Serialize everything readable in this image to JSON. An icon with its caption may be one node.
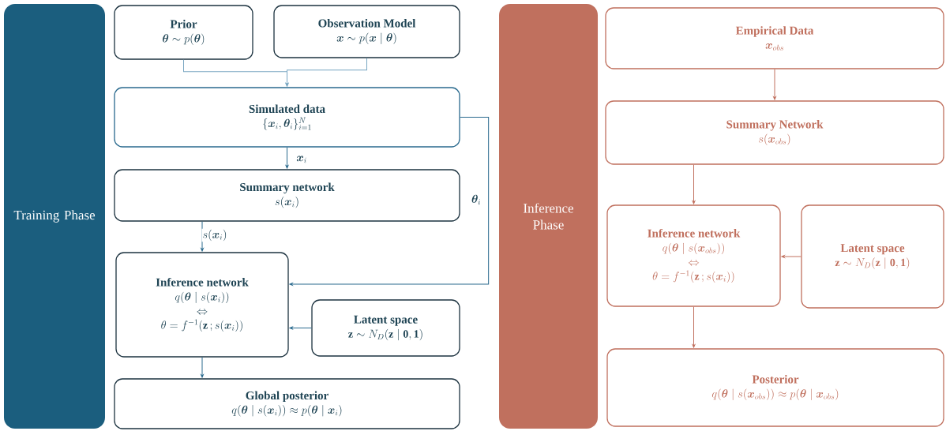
{
  "diagram": {
    "nodes": [
      {
        "text": [
          "Training Phase"
        ]
      },
      {
        "text": [
          "Prior",
          "\\boldsymbol{\\theta} \\sim p(\\boldsymbol{\\theta})"
        ]
      },
      {
        "text": [
          "Observation Model",
          "\\boldsymbol{x} \\sim p(\\boldsymbol{x} \\mid \\boldsymbol{\\theta})"
        ]
      },
      {
        "text": [
          "Simulated data",
          "\\{\\boldsymbol{x}_i, \\boldsymbol{\\theta}_i\\}_{i=1}^{N}"
        ]
      },
      {
        "text": [
          "Summary network",
          "s(\\boldsymbol{x}_i)"
        ]
      },
      {
        "text": [
          "Inference network",
          "q(\\boldsymbol{\\theta} \\mid s(\\boldsymbol{x}_i))",
          "\\Leftrightarrow",
          "\\theta = f^{-1}(\\mathbf{z}\\,; s(\\boldsymbol{x}_i))"
        ]
      },
      {
        "text": [
          "Latent space",
          "\\mathbf{z} \\sim N_D(\\mathbf{z} \\mid \\mathbf{0}, \\mathbf{1})"
        ]
      },
      {
        "text": [
          "Global posterior",
          "q(\\boldsymbol{\\theta} \\mid s(\\boldsymbol{x}_i)) \\approx p(\\boldsymbol{\\theta} \\mid \\boldsymbol{x}_i)"
        ]
      },
      {
        "text": [
          "Inference Phase"
        ]
      },
      {
        "text": [
          "Empirical Data",
          "\\boldsymbol{x}_{obs}"
        ]
      },
      {
        "text": [
          "Summary Network",
          "s(\\boldsymbol{x}_{obs})"
        ]
      },
      {
        "text": [
          "Inference network",
          "q(\\boldsymbol{\\theta} \\mid s(\\boldsymbol{x}_{obs}))",
          "\\Leftrightarrow",
          "\\theta = f^{-1}(\\mathbf{z}\\,; s(\\boldsymbol{x}_i))"
        ]
      },
      {
        "text": [
          "Latent space",
          "\\mathbf{z} \\sim N_D(\\mathbf{z} \\mid \\mathbf{0}, \\mathbf{1})"
        ]
      },
      {
        "text": [
          "Posterior",
          "q(\\boldsymbol{\\theta} \\mid s(\\boldsymbol{x}_{obs})) \\approx p(\\boldsymbol{\\theta} \\mid \\boldsymbol{x}_{obs})"
        ]
      }
    ],
    "edges": [
      {
        "from": 1,
        "to": 3,
        "arrow": "to",
        "color": "#7aa7c2"
      },
      {
        "from": 2,
        "to": 3,
        "arrow": "to",
        "color": "#7aa7c2"
      },
      {
        "from": 3,
        "to": 4,
        "arrow": "to",
        "label": "\\boldsymbol{x}_i"
      },
      {
        "from": 4,
        "to": 5,
        "arrow": "to",
        "label": "s(\\boldsymbol{x}_i)"
      },
      {
        "from": 3,
        "to": 5,
        "arrow": "to",
        "label": "\\boldsymbol{\\theta}_i"
      },
      {
        "from": 6,
        "to": 5,
        "arrow": "to"
      },
      {
        "from": 5,
        "to": 7,
        "arrow": "to"
      },
      {
        "from": 9,
        "to": 10,
        "arrow": "to",
        "color": "#c0705e"
      },
      {
        "from": 10,
        "to": 11,
        "arrow": "to",
        "color": "#c0705e"
      },
      {
        "from": 12,
        "to": 11,
        "arrow": "to",
        "color": "#c0705e"
      },
      {
        "from": 11,
        "to": 13,
        "arrow": "to",
        "color": "#c0705e"
      }
    ]
  }
}
